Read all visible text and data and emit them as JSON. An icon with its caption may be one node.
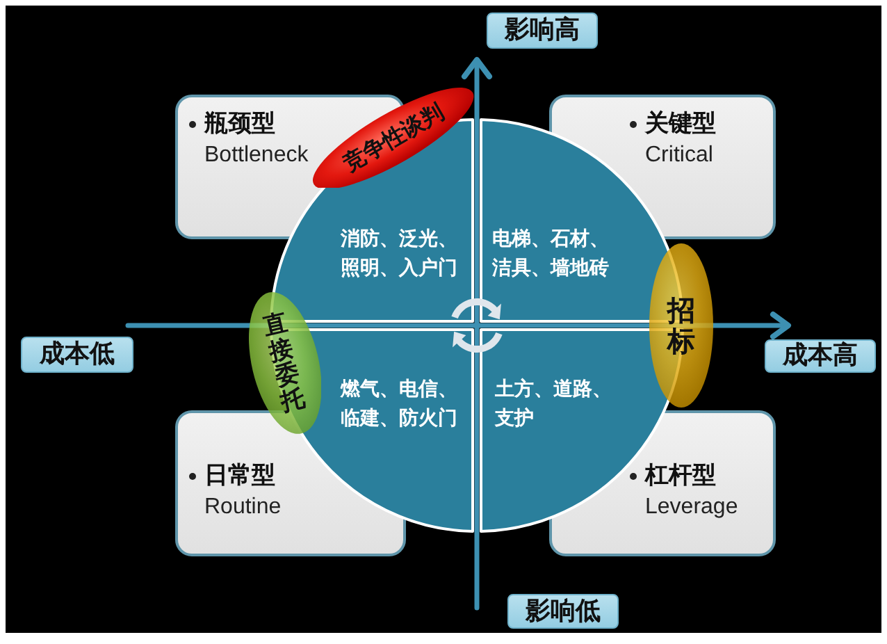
{
  "diagram": {
    "nodes": [
      {
        "text": [
          "影响高"
        ]
      },
      {
        "text": [
          "瓶颈型",
          "Bottleneck"
        ]
      },
      {
        "text": [
          "竞争性谈判"
        ]
      },
      {
        "text": [
          "关键型",
          "Critical"
        ]
      },
      {
        "text": [
          "消防、泛光、照明、入户门"
        ]
      },
      {
        "text": [
          "电梯、石材、洁具、墙地砖"
        ]
      },
      {
        "text": [
          "成本低"
        ]
      },
      {
        "text": [
          "直接委托"
        ]
      },
      {
        "text": [
          "招标"
        ]
      },
      {
        "text": [
          "成本高"
        ]
      },
      {
        "text": [
          "燃气、电信、临建、防火门"
        ]
      },
      {
        "text": [
          "土方、道路、支护"
        ]
      },
      {
        "text": [
          "日常型",
          "Routine"
        ]
      },
      {
        "text": [
          "杠杆型",
          "Leverage"
        ]
      },
      {
        "text": [
          "影响低"
        ]
      }
    ]
  }
}
